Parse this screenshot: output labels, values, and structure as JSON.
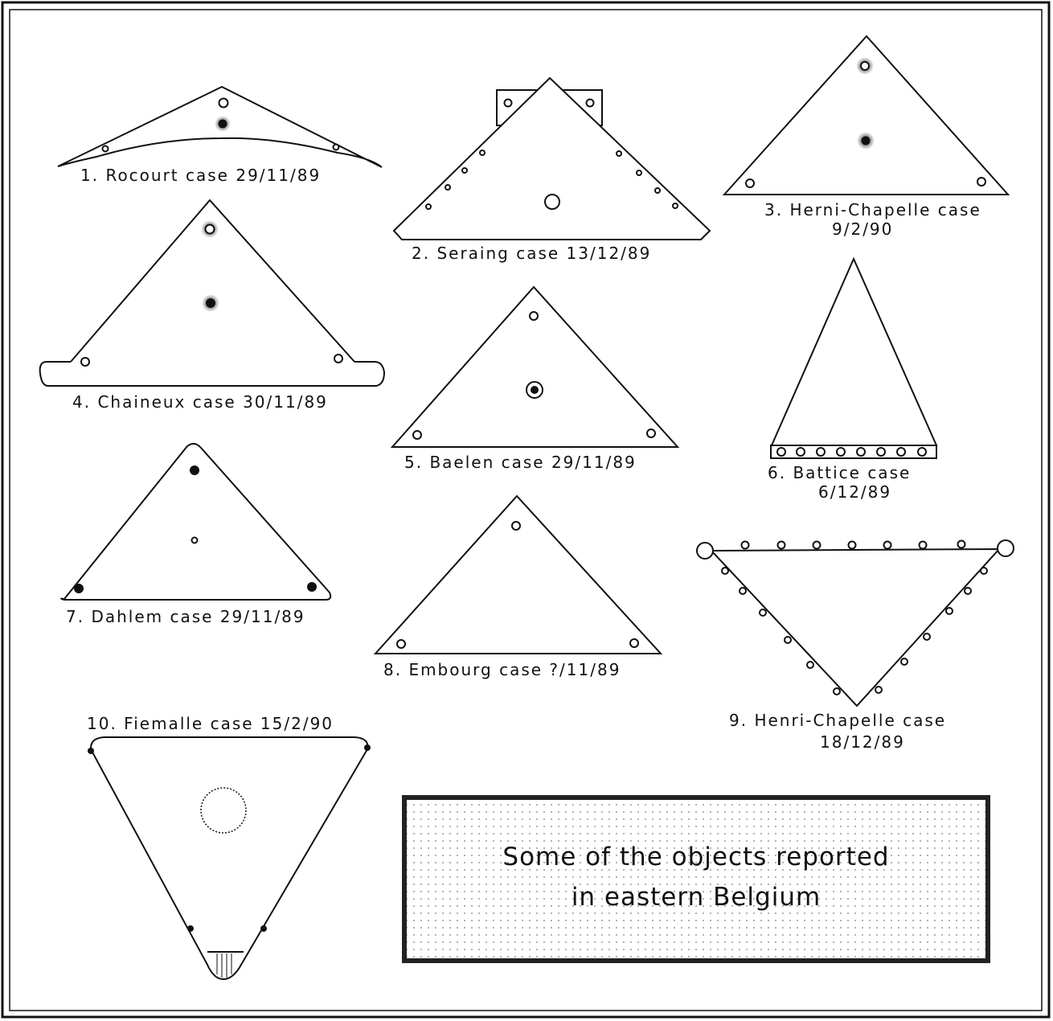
{
  "cases": [
    {
      "label": "1. Rocourt case 29/11/89"
    },
    {
      "label": "2. Seraing case 13/12/89"
    },
    {
      "label": "3. Herni-Chapelle case",
      "date": "9/2/90"
    },
    {
      "label": "4. Chaineux case 30/11/89"
    },
    {
      "label": "5. Baelen case 29/11/89"
    },
    {
      "label": "6. Battice case",
      "date": "6/12/89"
    },
    {
      "label": "7. Dahlem case 29/11/89"
    },
    {
      "label": "8. Embourg case ?/11/89"
    },
    {
      "label": "9. Henri-Chapelle case",
      "date": "18/12/89"
    },
    {
      "label": "10. Fiemalle case 15/2/90"
    }
  ],
  "caption": {
    "line1": "Some of the objects reported",
    "line2": "in eastern Belgium"
  },
  "colors": {
    "ink": "#111111",
    "caption_border": "#222222",
    "caption_dots": "#9a9a9a"
  }
}
